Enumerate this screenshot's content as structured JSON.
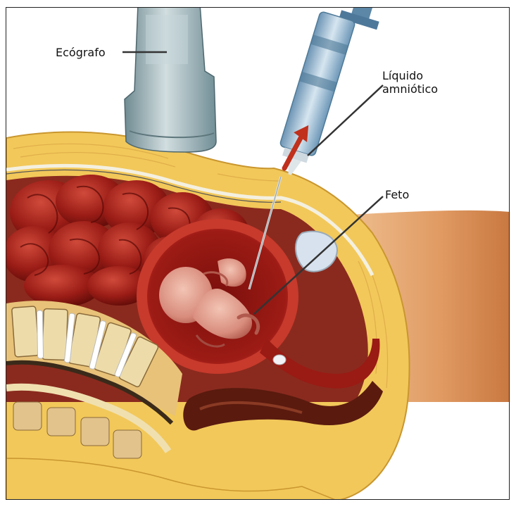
{
  "figure": {
    "labels": {
      "ultrasound": "Ecógrafo",
      "amniotic_fluid_line1": "Líquido",
      "amniotic_fluid_line2": "amniótico",
      "fetus": "Feto"
    },
    "colors": {
      "skin": "#e0a070",
      "fat": "#f2c85a",
      "intestine": "#a01f18",
      "uterus": "#9a1a14",
      "fetus": "#e6a79a",
      "probe": "#9fb5bb",
      "syringe": "#8fb3c9",
      "arrow": "#c0301c",
      "leader": "#333333"
    }
  }
}
